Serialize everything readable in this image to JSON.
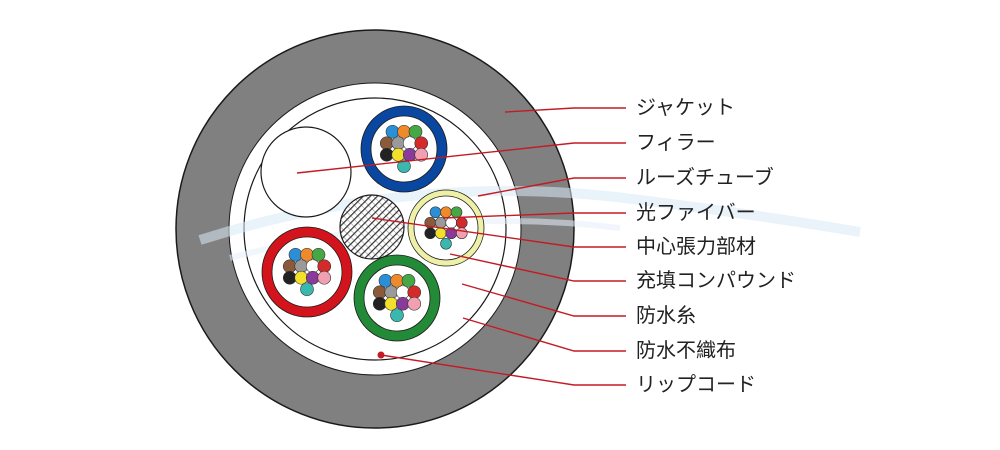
{
  "labels": [
    "ジャケット",
    "フィラー",
    "ルーズチューブ",
    "光ファイバー",
    "中心張力部材",
    "充填コンパウンド",
    "防水糸",
    "防水不織布",
    "リップコード"
  ],
  "colors": {
    "jacket": "#808080",
    "outline": "#1a1a1a",
    "leader": "#c41a24",
    "tube_blue": "#0a47a0",
    "tube_yellow": "#eef0a8",
    "tube_red": "#d4141c",
    "tube_green": "#238a38",
    "watermark": "#d8eaf6"
  },
  "fiber_colors": [
    "blue",
    "orange",
    "green",
    "brown",
    "slate",
    "white",
    "red",
    "black",
    "yellow",
    "violet",
    "rose",
    "aqua"
  ]
}
